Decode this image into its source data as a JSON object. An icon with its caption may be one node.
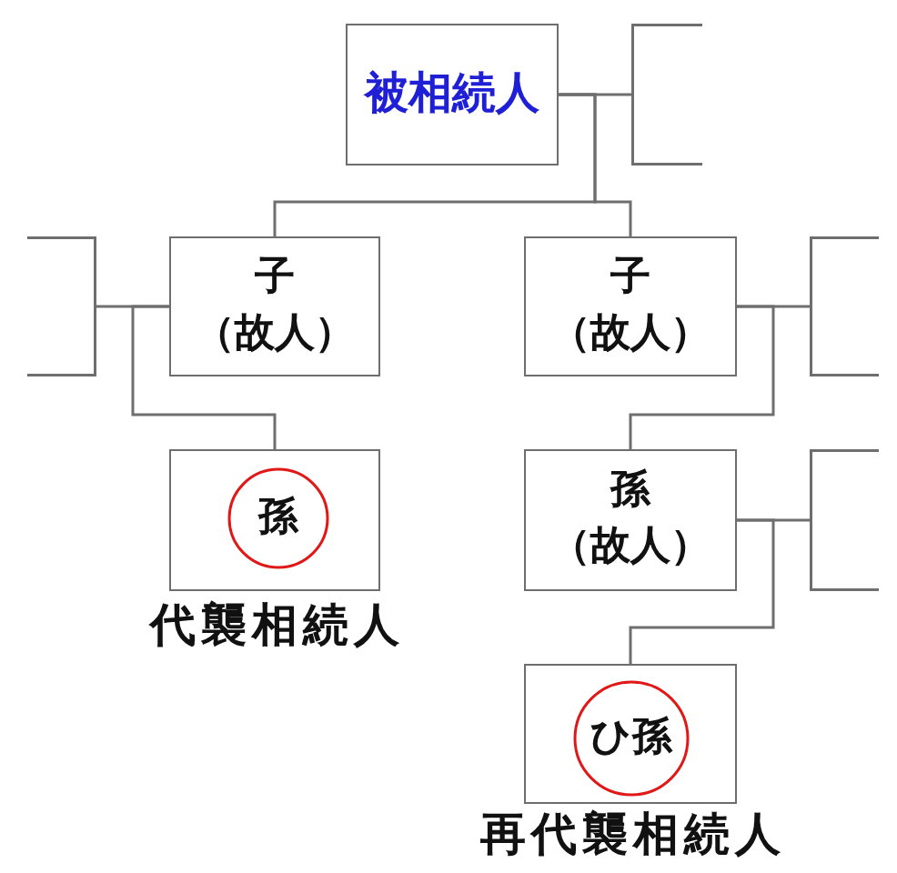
{
  "diagram": {
    "nodes": [
      {
        "text": [
          "被相続人"
        ]
      },
      {
        "text": [],
        "shape": "box"
      },
      {
        "text": [],
        "shape": "box"
      },
      {
        "text": [
          "子",
          "（故人）"
        ]
      },
      {
        "text": [
          "子",
          "（故人）"
        ]
      },
      {
        "text": [],
        "shape": "box"
      },
      {
        "text": [],
        "shape": "box",
        "beside": [
          "代襲相続人"
        ]
      },
      {
        "text": [
          "孫"
        ],
        "in": 6
      },
      {
        "text": [
          "孫",
          "（故人）"
        ]
      },
      {
        "text": [],
        "shape": "box"
      },
      {
        "text": [],
        "shape": "box",
        "beside": [
          "再代襲相続人"
        ]
      },
      {
        "text": [
          "ひ孫"
        ],
        "in": 10
      }
    ],
    "edges": [
      {
        "from": 0,
        "to": 1,
        "arrow": "none"
      },
      {
        "from": 0,
        "to": 3,
        "arrow": "none"
      },
      {
        "from": 0,
        "to": 4,
        "arrow": "none"
      },
      {
        "from": 3,
        "to": 2,
        "arrow": "none"
      },
      {
        "from": 3,
        "to": 6,
        "arrow": "none"
      },
      {
        "from": 4,
        "to": 5,
        "arrow": "none"
      },
      {
        "from": 4,
        "to": 8,
        "arrow": "none"
      },
      {
        "from": 8,
        "to": 9,
        "arrow": "none"
      },
      {
        "from": 8,
        "to": 10,
        "arrow": "none"
      }
    ]
  }
}
